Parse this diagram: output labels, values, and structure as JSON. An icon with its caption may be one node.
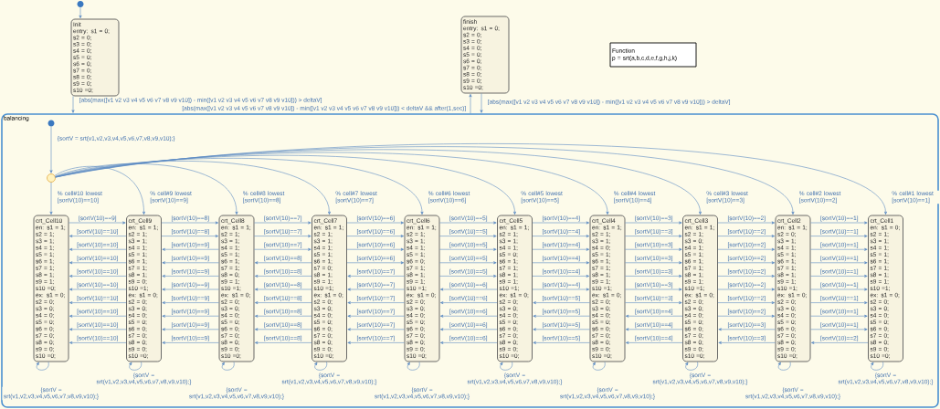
{
  "diagram": {
    "nodes": [
      {
        "text": [],
        "shape": "circle"
      },
      {
        "text": [
          "Init",
          "entry: s1 = 0;",
          "s2 = 0;",
          "s3 = 0;",
          "s4 = 0;",
          "s5 = 0;",
          "s6 = 0;",
          "s7 = 0;",
          "s8 = 0;",
          "s9 = 0;",
          "s10 =0;"
        ]
      },
      {
        "text": [
          "finish",
          "entry: s1 = 0;",
          "s2 = 0;",
          "s3 = 0;",
          "s4 = 0;",
          "s5 = 0;",
          "s6 = 0;",
          "s7 = 0;",
          "s8 = 0;",
          "s9 = 0;",
          "s10 =0;"
        ]
      },
      {
        "text": [
          "Function",
          "p = srt(a,b,c,d,e,f,g,h,j,k)"
        ]
      },
      {
        "text": [
          "balancing"
        ]
      },
      {
        "text": [],
        "shape": "circle",
        "in": 4
      },
      {
        "text": [],
        "shape": "circle",
        "in": 4
      },
      {
        "text": [
          "crt_Cell10",
          "en: s1 = 1;",
          "s2 = 1;",
          "s3 = 1;",
          "s4 = 1;",
          "s5 = 1;",
          "s6 = 1;",
          "s7 = 1;",
          "s8 = 1;",
          "s9 = 1;",
          "s10 =0;",
          "ex: s1 = 0;",
          "s2 = 0;",
          "s3 = 0;",
          "s4 = 0;",
          "s5 = 0;",
          "s6 = 0;",
          "s7 = 0;",
          "s8 = 0;",
          "s9 = 0;",
          "s10 =0;"
        ],
        "in": 4
      },
      {
        "text": [
          "crt_Cell9",
          "en: s1 = 1;",
          "s2 = 1;",
          "s3 = 1;",
          "s4 = 1;",
          "s5 = 1;",
          "s6 = 1;",
          "s7 = 1;",
          "s8 = 1;",
          "s9 = 0;",
          "s10 =1;",
          "ex: s1 = 0;",
          "s2 = 0;",
          "s3 = 0;",
          "s4 = 0;",
          "s5 = 0;",
          "s6 = 0;",
          "s7 = 0;",
          "s8 = 0;",
          "s9 = 0;",
          "s10 =0;"
        ],
        "in": 4
      },
      {
        "text": [
          "crt_Cell8",
          "en: s1 = 1;",
          "s2 = 1;",
          "s3 = 1;",
          "s4 = 1;",
          "s5 = 1;",
          "s6 = 1;",
          "s7 = 1;",
          "s8 = 0;",
          "s9 = 1;",
          "s10 =1;",
          "ex: s1 = 0;",
          "s2 = 0;",
          "s3 = 0;",
          "s4 = 0;",
          "s5 = 0;",
          "s6 = 0;",
          "s7 = 0;",
          "s8 = 0;",
          "s9 = 0;",
          "s10 =0;"
        ],
        "in": 4
      },
      {
        "text": [
          "crt_Cell7",
          "en: s1 = 1;",
          "s2 = 1;",
          "s3 = 1;",
          "s4 = 1;",
          "s5 = 1;",
          "s6 = 1;",
          "s7 = 0;",
          "s8 = 1;",
          "s9 = 1;",
          "s10 =1;",
          "ex: s1 = 0;",
          "s2 = 0;",
          "s3 = 0;",
          "s4 = 0;",
          "s5 = 0;",
          "s6 = 0;",
          "s7 = 0;",
          "s8 = 0;",
          "s9 = 0;",
          "s10 =0;"
        ],
        "in": 4
      },
      {
        "text": [
          "crt_Cell6",
          "en: s1 = 1;",
          "s2 = 1;",
          "s3 = 1;",
          "s4 = 1;",
          "s5 = 1;",
          "s6 = 0;",
          "s7 = 1;",
          "s8 = 1;",
          "s9 = 1;",
          "s10 =1;",
          "ex: s1 = 0;",
          "s2 = 0;",
          "s3 = 0;",
          "s4 = 0;",
          "s5 = 0;",
          "s6 = 0;",
          "s7 = 0;",
          "s8 = 0;",
          "s9 = 0;",
          "s10 =0;"
        ],
        "in": 4
      },
      {
        "text": [
          "crt_Cell5",
          "en: s1 = 1;",
          "s2 = 1;",
          "s3 = 1;",
          "s4 = 1;",
          "s5 = 0;",
          "s6 = 1;",
          "s7 = 1;",
          "s8 = 1;",
          "s9 = 1;",
          "s10 =1;",
          "ex: s1 = 0;",
          "s2 = 0;",
          "s3 = 0;",
          "s4 = 0;",
          "s5 = 0;",
          "s6 = 0;",
          "s7 = 0;",
          "s8 = 0;",
          "s9 = 0;",
          "s10 =0;"
        ],
        "in": 4
      },
      {
        "text": [
          "crt_Cell4",
          "en: s1 = 1;",
          "s2 = 1;",
          "s3 = 1;",
          "s4 = 0;",
          "s5 = 1;",
          "s6 = 1;",
          "s7 = 1;",
          "s8 = 1;",
          "s9 = 1;",
          "s10 =1;",
          "ex: s1 = 0;",
          "s2 = 0;",
          "s3 = 0;",
          "s4 = 0;",
          "s5 = 0;",
          "s6 = 0;",
          "s7 = 0;",
          "s8 = 0;",
          "s9 = 0;",
          "s10 =0;"
        ],
        "in": 4
      },
      {
        "text": [
          "crt_Cell3",
          "en: s1 = 1;",
          "s2 = 1;",
          "s3 = 0;",
          "s4 = 1;",
          "s5 = 1;",
          "s6 = 1;",
          "s7 = 1;",
          "s8 = 1;",
          "s9 = 1;",
          "s10 =1;",
          "ex: s1 = 0;",
          "s2 = 0;",
          "s3 = 0;",
          "s4 = 0;",
          "s5 = 0;",
          "s6 = 0;",
          "s7 = 0;",
          "s8 = 0;",
          "s9 = 0;",
          "s10 =0;"
        ],
        "in": 4
      },
      {
        "text": [
          "crt_Cell2",
          "en: s1 = 1;",
          "s2 = 0;",
          "s3 = 1;",
          "s4 = 1;",
          "s5 = 1;",
          "s6 = 1;",
          "s7 = 1;",
          "s8 = 1;",
          "s9 = 1;",
          "s10 =1;",
          "ex: s1 = 0;",
          "s2 = 0;",
          "s3 = 0;",
          "s4 = 0;",
          "s5 = 0;",
          "s6 = 0;",
          "s7 = 0;",
          "s8 = 0;",
          "s9 = 0;",
          "s10 =0;"
        ],
        "in": 4
      },
      {
        "text": [
          "crt_Cell1",
          "en: s1 = 0;",
          "s2 = 1;",
          "s3 = 1;",
          "s4 = 1;",
          "s5 = 1;",
          "s6 = 1;",
          "s7 = 1;",
          "s8 = 1;",
          "s9 = 1;",
          "s10 =1;",
          "ex: s1 = 0;",
          "s2 = 0;",
          "s3 = 0;",
          "s4 = 0;",
          "s5 = 0;",
          "s6 = 0;",
          "s7 = 0;",
          "s8 = 0;",
          "s9 = 0;",
          "s10 =0;"
        ],
        "in": 4
      }
    ],
    "edges": [
      {
        "from": 0,
        "to": 1,
        "arrow": "to"
      },
      {
        "from": 1,
        "to": 4,
        "arrow": "to",
        "label": "[abs(max([v1 v2 v3 v4 v5 v6 v7 v8 v9 v10]) - min([v1 v2 v3 v4 v5 v6 v7 v8 v9 v10])) > deltaV]"
      },
      {
        "from": 4,
        "to": 2,
        "arrow": "to",
        "label": "[abs(max([v1 v2 v3 v4 v5 v6 v7 v8 v9 v10]) - min([v1 v2 v3 v4 v5 v6 v7 v8 v9 v10])) < deltaV && after(1,sec)]"
      },
      {
        "from": 2,
        "to": 4,
        "arrow": "to",
        "label": "[abs(max([v1 v2 v3 v4 v5 v6 v7 v8 v9 v10]) - min([v1 v2 v3 v4 v5 v6 v7 v8 v9 v10])) > deltaV]"
      },
      {
        "from": 5,
        "to": 6,
        "arrow": "to",
        "label": "{sortV = srt(v1,v2,v3,v4,v5,v6,v7,v8,v9,v10);}"
      },
      {
        "from": 6,
        "to": 7,
        "arrow": "to",
        "label": "% cell#10 lowest [sortV(10)==10]"
      },
      {
        "from": 6,
        "to": 8,
        "arrow": "to",
        "label": "% cell#9 lowest [sortV(10)==9]"
      },
      {
        "from": 6,
        "to": 9,
        "arrow": "to",
        "label": "% cell#8 lowest [sortV(10)==8]"
      },
      {
        "from": 6,
        "to": 10,
        "arrow": "to",
        "label": "% cell#7 lowest [sortV(10)==7]"
      },
      {
        "from": 6,
        "to": 11,
        "arrow": "to",
        "label": "% cell#6 lowest [sortV(10)==6]"
      },
      {
        "from": 6,
        "to": 12,
        "arrow": "to",
        "label": "% cell#5 lowest [sortV(10)==5]"
      },
      {
        "from": 6,
        "to": 13,
        "arrow": "to",
        "label": "% cell#4 lowest [sortV(10)==4]"
      },
      {
        "from": 6,
        "to": 14,
        "arrow": "to",
        "label": "% cell#3 lowest [sortV(10)==3]"
      },
      {
        "from": 6,
        "to": 15,
        "arrow": "to",
        "label": "% cell#2 lowest [sortV(10)==2]"
      },
      {
        "from": 6,
        "to": 16,
        "arrow": "to",
        "label": "% cell#1 lowest [sortV(10)==1]"
      },
      {
        "from": 7,
        "to": 8,
        "arrow": "to",
        "label": "[sortV(10)==9]"
      },
      {
        "from": 8,
        "to": 7,
        "arrow": "to",
        "label": "[sortV(10)==10]"
      },
      {
        "from": 8,
        "to": 7,
        "arrow": "to",
        "label": "[sortV(10)==10]"
      },
      {
        "from": 8,
        "to": 7,
        "arrow": "to",
        "label": "[sortV(10)==10]"
      },
      {
        "from": 8,
        "to": 7,
        "arrow": "to",
        "label": "[sortV(10)==10]"
      },
      {
        "from": 8,
        "to": 7,
        "arrow": "to",
        "label": "[sortV(10)==10]"
      },
      {
        "from": 8,
        "to": 7,
        "arrow": "to",
        "label": "[sortV(10)==10]"
      },
      {
        "from": 8,
        "to": 7,
        "arrow": "to",
        "label": "[sortV(10)==10]"
      },
      {
        "from": 8,
        "to": 7,
        "arrow": "to",
        "label": "[sortV(10)==10]"
      },
      {
        "from": 8,
        "to": 7,
        "arrow": "to",
        "label": "[sortV(10)==10]"
      },
      {
        "from": 8,
        "to": 9,
        "arrow": "to",
        "label": "[sortV(10)==8]"
      },
      {
        "from": 8,
        "to": 9,
        "arrow": "to",
        "label": "[sortV(10)==8]"
      },
      {
        "from": 9,
        "to": 8,
        "arrow": "to",
        "label": "[sortV(10)==9]"
      },
      {
        "from": 9,
        "to": 8,
        "arrow": "to",
        "label": "[sortV(10)==9]"
      },
      {
        "from": 9,
        "to": 8,
        "arrow": "to",
        "label": "[sortV(10)==9]"
      },
      {
        "from": 9,
        "to": 8,
        "arrow": "to",
        "label": "[sortV(10)==9]"
      },
      {
        "from": 9,
        "to": 8,
        "arrow": "to",
        "label": "[sortV(10)==9]"
      },
      {
        "from": 9,
        "to": 8,
        "arrow": "to",
        "label": "[sortV(10)==9]"
      },
      {
        "from": 9,
        "to": 8,
        "arrow": "to",
        "label": "[sortV(10)==9]"
      },
      {
        "from": 9,
        "to": 8,
        "arrow": "to",
        "label": "[sortV(10)==9]"
      },
      {
        "from": 9,
        "to": 10,
        "arrow": "to",
        "label": "[sortV(10)==7]"
      },
      {
        "from": 9,
        "to": 10,
        "arrow": "to",
        "label": "[sortV(10)==7]"
      },
      {
        "from": 9,
        "to": 10,
        "arrow": "to",
        "label": "[sortV(10)==7]"
      },
      {
        "from": 10,
        "to": 9,
        "arrow": "to",
        "label": "[sortV(10)==8]"
      },
      {
        "from": 10,
        "to": 9,
        "arrow": "to",
        "label": "[sortV(10)==8]"
      },
      {
        "from": 10,
        "to": 9,
        "arrow": "to",
        "label": "[sortV(10)==8]"
      },
      {
        "from": 10,
        "to": 9,
        "arrow": "to",
        "label": "[sortV(10)==8]"
      },
      {
        "from": 10,
        "to": 9,
        "arrow": "to",
        "label": "[sortV(10)==8]"
      },
      {
        "from": 10,
        "to": 9,
        "arrow": "to",
        "label": "[sortV(10)==8]"
      },
      {
        "from": 10,
        "to": 9,
        "arrow": "to",
        "label": "[sortV(10)==8]"
      },
      {
        "from": 10,
        "to": 11,
        "arrow": "to",
        "label": "[sortV(10)==6]"
      },
      {
        "from": 10,
        "to": 11,
        "arrow": "to",
        "label": "[sortV(10)==6]"
      },
      {
        "from": 10,
        "to": 11,
        "arrow": "to",
        "label": "[sortV(10)==6]"
      },
      {
        "from": 10,
        "to": 11,
        "arrow": "to",
        "label": "[sortV(10)==6]"
      },
      {
        "from": 11,
        "to": 10,
        "arrow": "to",
        "label": "[sortV(10)==7]"
      },
      {
        "from": 11,
        "to": 10,
        "arrow": "to",
        "label": "[sortV(10)==7]"
      },
      {
        "from": 11,
        "to": 10,
        "arrow": "to",
        "label": "[sortV(10)==7]"
      },
      {
        "from": 11,
        "to": 10,
        "arrow": "to",
        "label": "[sortV(10)==7]"
      },
      {
        "from": 11,
        "to": 10,
        "arrow": "to",
        "label": "[sortV(10)==7]"
      },
      {
        "from": 11,
        "to": 10,
        "arrow": "to",
        "label": "[sortV(10)==7]"
      },
      {
        "from": 11,
        "to": 12,
        "arrow": "to",
        "label": "[sortV(10)==5]"
      },
      {
        "from": 11,
        "to": 12,
        "arrow": "to",
        "label": "[sortV(10)==5]"
      },
      {
        "from": 11,
        "to": 12,
        "arrow": "to",
        "label": "[sortV(10)==5]"
      },
      {
        "from": 11,
        "to": 12,
        "arrow": "to",
        "label": "[sortV(10)==5]"
      },
      {
        "from": 11,
        "to": 12,
        "arrow": "to",
        "label": "[sortV(10)==5]"
      },
      {
        "from": 12,
        "to": 11,
        "arrow": "to",
        "label": "[sortV(10)==6]"
      },
      {
        "from": 12,
        "to": 11,
        "arrow": "to",
        "label": "[sortV(10)==6]"
      },
      {
        "from": 12,
        "to": 11,
        "arrow": "to",
        "label": "[sortV(10)==6]"
      },
      {
        "from": 12,
        "to": 11,
        "arrow": "to",
        "label": "[sortV(10)==6]"
      },
      {
        "from": 12,
        "to": 11,
        "arrow": "to",
        "label": "[sortV(10)==6]"
      },
      {
        "from": 12,
        "to": 13,
        "arrow": "to",
        "label": "[sortV(10)==4]"
      },
      {
        "from": 12,
        "to": 13,
        "arrow": "to",
        "label": "[sortV(10)==4]"
      },
      {
        "from": 12,
        "to": 13,
        "arrow": "to",
        "label": "[sortV(10)==4]"
      },
      {
        "from": 12,
        "to": 13,
        "arrow": "to",
        "label": "[sortV(10)==4]"
      },
      {
        "from": 12,
        "to": 13,
        "arrow": "to",
        "label": "[sortV(10)==4]"
      },
      {
        "from": 12,
        "to": 13,
        "arrow": "to",
        "label": "[sortV(10)==4]"
      },
      {
        "from": 13,
        "to": 12,
        "arrow": "to",
        "label": "[sortV(10)==5]"
      },
      {
        "from": 13,
        "to": 12,
        "arrow": "to",
        "label": "[sortV(10)==5]"
      },
      {
        "from": 13,
        "to": 12,
        "arrow": "to",
        "label": "[sortV(10)==5]"
      },
      {
        "from": 13,
        "to": 12,
        "arrow": "to",
        "label": "[sortV(10)==5]"
      },
      {
        "from": 13,
        "to": 14,
        "arrow": "to",
        "label": "[sortV(10)==3]"
      },
      {
        "from": 13,
        "to": 14,
        "arrow": "to",
        "label": "[sortV(10)==3]"
      },
      {
        "from": 13,
        "to": 14,
        "arrow": "to",
        "label": "[sortV(10)==3]"
      },
      {
        "from": 13,
        "to": 14,
        "arrow": "to",
        "label": "[sortV(10)==3]"
      },
      {
        "from": 13,
        "to": 14,
        "arrow": "to",
        "label": "[sortV(10)==3]"
      },
      {
        "from": 13,
        "to": 14,
        "arrow": "to",
        "label": "[sortV(10)==3]"
      },
      {
        "from": 13,
        "to": 14,
        "arrow": "to",
        "label": "[sortV(10)==3]"
      },
      {
        "from": 14,
        "to": 13,
        "arrow": "to",
        "label": "[sortV(10)==4]"
      },
      {
        "from": 14,
        "to": 13,
        "arrow": "to",
        "label": "[sortV(10)==4]"
      },
      {
        "from": 14,
        "to": 13,
        "arrow": "to",
        "label": "[sortV(10)==4]"
      },
      {
        "from": 14,
        "to": 15,
        "arrow": "to",
        "label": "[sortV(10)==2]"
      },
      {
        "from": 14,
        "to": 15,
        "arrow": "to",
        "label": "[sortV(10)==2]"
      },
      {
        "from": 14,
        "to": 15,
        "arrow": "to",
        "label": "[sortV(10)==2]"
      },
      {
        "from": 14,
        "to": 15,
        "arrow": "to",
        "label": "[sortV(10)==2]"
      },
      {
        "from": 14,
        "to": 15,
        "arrow": "to",
        "label": "[sortV(10)==2]"
      },
      {
        "from": 14,
        "to": 15,
        "arrow": "to",
        "label": "[sortV(10)==2]"
      },
      {
        "from": 14,
        "to": 15,
        "arrow": "to",
        "label": "[sortV(10)==2]"
      },
      {
        "from": 14,
        "to": 15,
        "arrow": "to",
        "label": "[sortV(10)==2]"
      },
      {
        "from": 15,
        "to": 14,
        "arrow": "to",
        "label": "[sortV(10)==3]"
      },
      {
        "from": 15,
        "to": 14,
        "arrow": "to",
        "label": "[sortV(10)==3]"
      },
      {
        "from": 15,
        "to": 16,
        "arrow": "to",
        "label": "[sortV(10)==1]"
      },
      {
        "from": 15,
        "to": 16,
        "arrow": "to",
        "label": "[sortV(10)==1]"
      },
      {
        "from": 15,
        "to": 16,
        "arrow": "to",
        "label": "[sortV(10)==1]"
      },
      {
        "from": 15,
        "to": 16,
        "arrow": "to",
        "label": "[sortV(10)==1]"
      },
      {
        "from": 15,
        "to": 16,
        "arrow": "to",
        "label": "[sortV(10)==1]"
      },
      {
        "from": 15,
        "to": 16,
        "arrow": "to",
        "label": "[sortV(10)==1]"
      },
      {
        "from": 15,
        "to": 16,
        "arrow": "to",
        "label": "[sortV(10)==1]"
      },
      {
        "from": 15,
        "to": 16,
        "arrow": "to",
        "label": "[sortV(10)==1]"
      },
      {
        "from": 15,
        "to": 16,
        "arrow": "to",
        "label": "[sortV(10)==1]"
      },
      {
        "from": 16,
        "to": 15,
        "arrow": "to",
        "label": "[sortV(10)==2]"
      },
      {
        "from": 7,
        "to": 7,
        "arrow": "to",
        "label": "{sortV = srt(v1,v2,v3,v4,v5,v6,v7,v8,v9,v10);}"
      },
      {
        "from": 8,
        "to": 8,
        "arrow": "to",
        "label": "{sortV = srt(v1,v2,v3,v4,v5,v6,v7,v8,v9,v10);}"
      },
      {
        "from": 9,
        "to": 9,
        "arrow": "to",
        "label": "{sortV = srt(v1,v2,v3,v4,v5,v6,v7,v8,v9,v10);}"
      },
      {
        "from": 10,
        "to": 10,
        "arrow": "to",
        "label": "{sortV = srt(v1,v2,v3,v4,v5,v6,v7,v8,v9,v10);}"
      },
      {
        "from": 11,
        "to": 11,
        "arrow": "to",
        "label": "{sortV = srt(v1,v2,v3,v4,v5,v6,v7,v8,v9,v10);}"
      },
      {
        "from": 12,
        "to": 12,
        "arrow": "to",
        "label": "{sortV = srt(v1,v2,v3,v4,v5,v6,v7,v8,v9,v10);}"
      },
      {
        "from": 13,
        "to": 13,
        "arrow": "to",
        "label": "{sortV = srt(v1,v2,v3,v4,v5,v6,v7,v8,v9,v10);}"
      },
      {
        "from": 14,
        "to": 14,
        "arrow": "to",
        "label": "{sortV = srt(v1,v2,v3,v4,v5,v6,v7,v8,v9,v10);}"
      },
      {
        "from": 15,
        "to": 15,
        "arrow": "to",
        "label": "{sortV = srt(v1,v2,v3,v4,v5,v6,v7,v8,v9,v10);}"
      },
      {
        "from": 16,
        "to": 16,
        "arrow": "to",
        "label": "{sortV = srt(v1,v2,v3,v4,v5,v6,v7,v8,v9,v10);}"
      }
    ]
  }
}
